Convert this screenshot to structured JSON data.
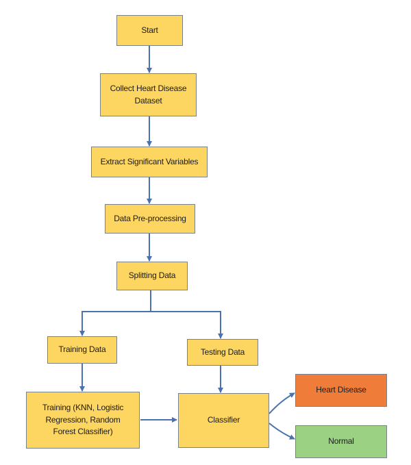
{
  "colors": {
    "step_fill": "#fdd662",
    "heart_disease_fill": "#f07c3a",
    "normal_fill": "#9bd183",
    "arrow": "#4a72b0",
    "border": "#7a8288"
  },
  "nodes": {
    "start": "Start",
    "collect_dataset": "Collect Heart Disease\nDataset",
    "extract_variables": "Extract Significant Variables",
    "preprocessing": "Data Pre-processing",
    "splitting": "Splitting Data",
    "training_data": "Training Data",
    "testing_data": "Testing Data",
    "training_models": "Training (KNN, Logistic\nRegression, Random\nForest Classifier)",
    "classifier": "Classifier",
    "heart_disease": "Heart Disease",
    "normal": "Normal"
  }
}
